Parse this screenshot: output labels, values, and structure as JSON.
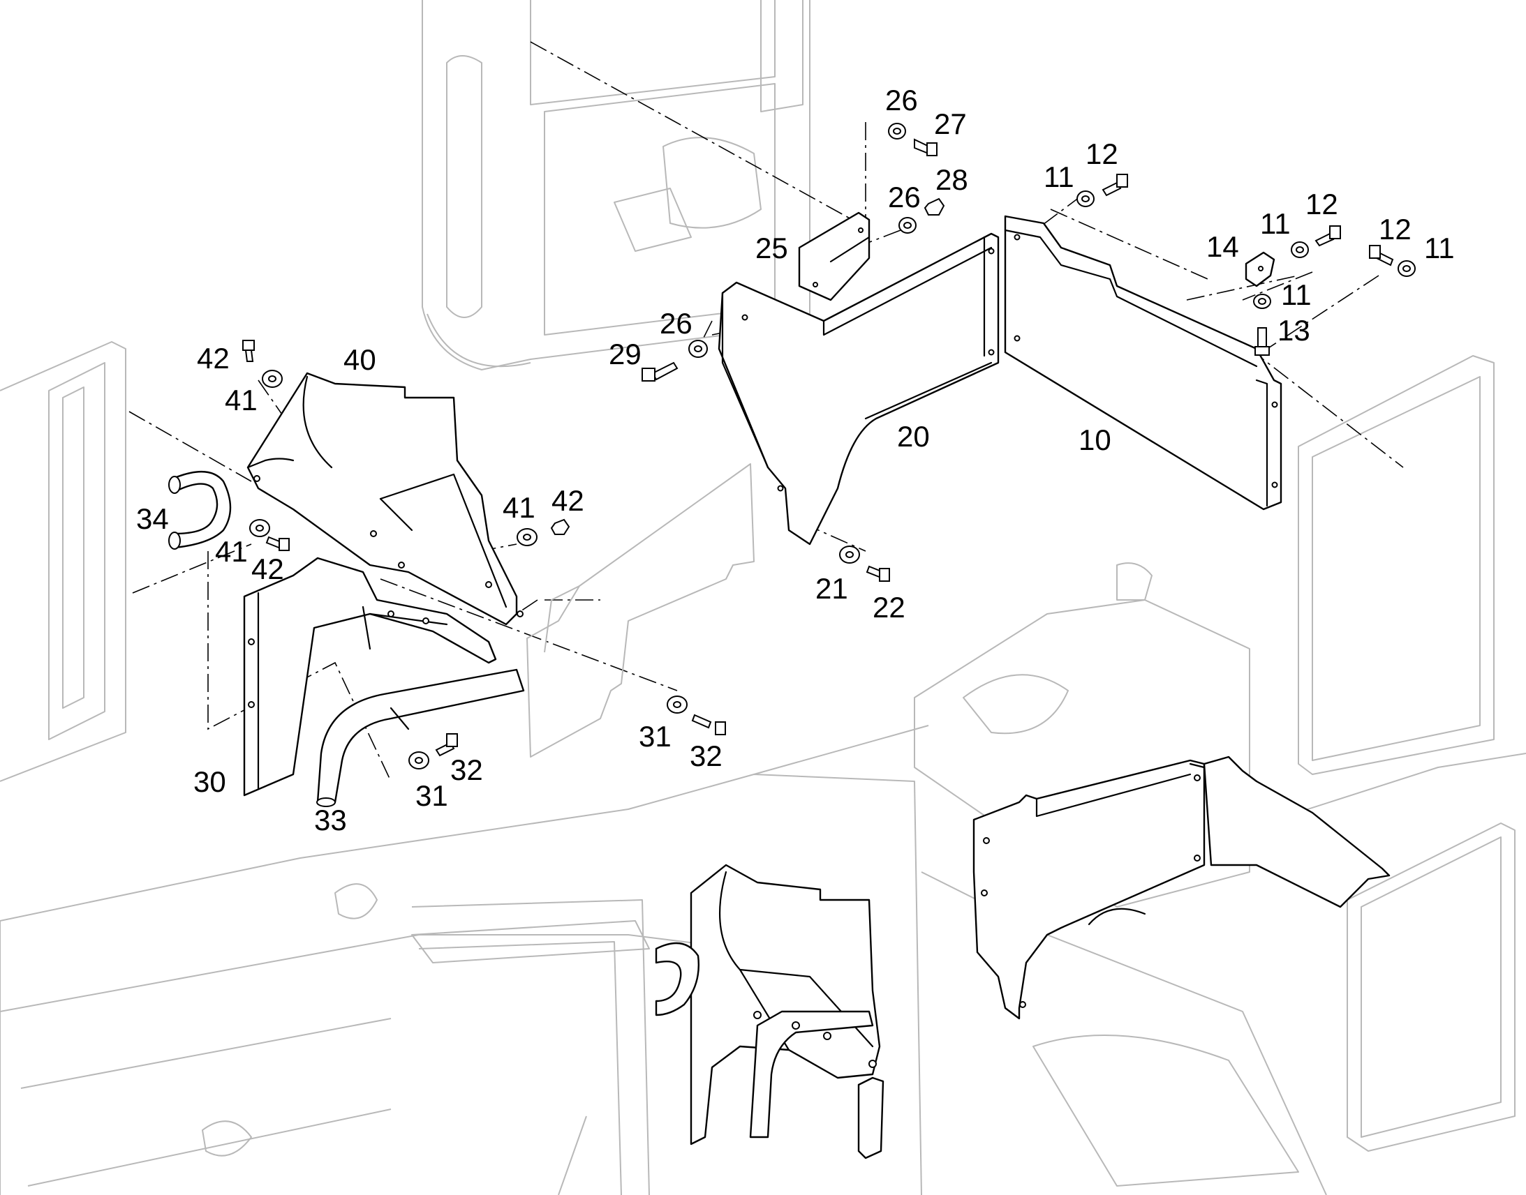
{
  "callouts": [
    {
      "id": "c26a",
      "text": "26"
    },
    {
      "id": "c27",
      "text": "27"
    },
    {
      "id": "c26b",
      "text": "26"
    },
    {
      "id": "c28",
      "text": "28"
    },
    {
      "id": "c25",
      "text": "25"
    },
    {
      "id": "c26c",
      "text": "26"
    },
    {
      "id": "c29",
      "text": "29"
    },
    {
      "id": "c20",
      "text": "20"
    },
    {
      "id": "c10",
      "text": "10"
    },
    {
      "id": "c11a",
      "text": "11"
    },
    {
      "id": "c12a",
      "text": "12"
    },
    {
      "id": "c14",
      "text": "14"
    },
    {
      "id": "c11b",
      "text": "11"
    },
    {
      "id": "c12b",
      "text": "12"
    },
    {
      "id": "c12c",
      "text": "12"
    },
    {
      "id": "c11c",
      "text": "11"
    },
    {
      "id": "c11d",
      "text": "11"
    },
    {
      "id": "c13",
      "text": "13"
    },
    {
      "id": "c42a",
      "text": "42"
    },
    {
      "id": "c41a",
      "text": "41"
    },
    {
      "id": "c40",
      "text": "40"
    },
    {
      "id": "c34",
      "text": "34"
    },
    {
      "id": "c41b",
      "text": "41"
    },
    {
      "id": "c42b",
      "text": "42"
    },
    {
      "id": "c41c",
      "text": "41"
    },
    {
      "id": "c42c",
      "text": "42"
    },
    {
      "id": "c21",
      "text": "21"
    },
    {
      "id": "c22",
      "text": "22"
    },
    {
      "id": "c31a",
      "text": "31"
    },
    {
      "id": "c32a",
      "text": "32"
    },
    {
      "id": "c30",
      "text": "30"
    },
    {
      "id": "c31b",
      "text": "31"
    },
    {
      "id": "c32b",
      "text": "32"
    },
    {
      "id": "c33",
      "text": "33"
    }
  ]
}
